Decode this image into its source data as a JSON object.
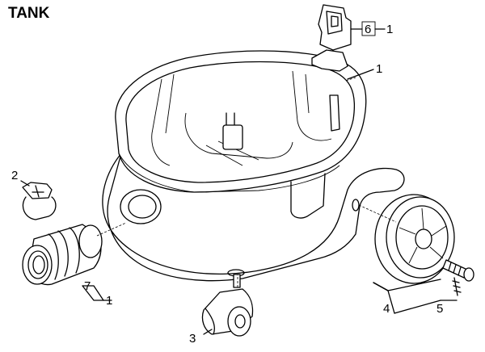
{
  "title": "TANK",
  "callouts": {
    "clip_top_ref": "6",
    "clip_top_qty": "1",
    "bracket_qty": "1",
    "clip_left_ref": "2",
    "adapter_ref": "7",
    "adapter_qty": "1",
    "caster_ref": "3",
    "wheel_ref": "4",
    "axle_pin_ref": "5"
  }
}
